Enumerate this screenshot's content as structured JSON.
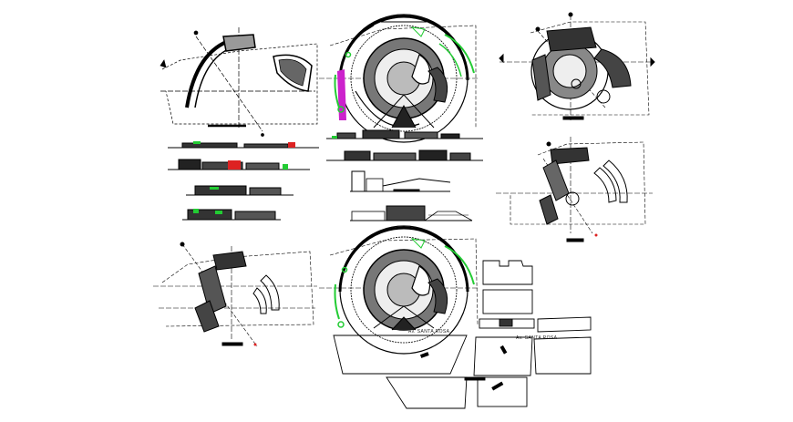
{
  "labels": {
    "street_left": "Av. SANTA ROSA",
    "street_right": "Av. SANTA ROSA"
  },
  "colors": {
    "line": "#000000",
    "accent_green": "#22cc33",
    "accent_magenta": "#cc22cc",
    "accent_red": "#dd2222"
  },
  "sheets": [
    "site-plan-top-left",
    "master-plan-top-center",
    "site-plan-top-right",
    "elevations-left",
    "sections-center",
    "site-plan-mid-right",
    "site-plan-bottom-left",
    "master-plan-bottom-center",
    "lot-plan-bottom-right"
  ]
}
